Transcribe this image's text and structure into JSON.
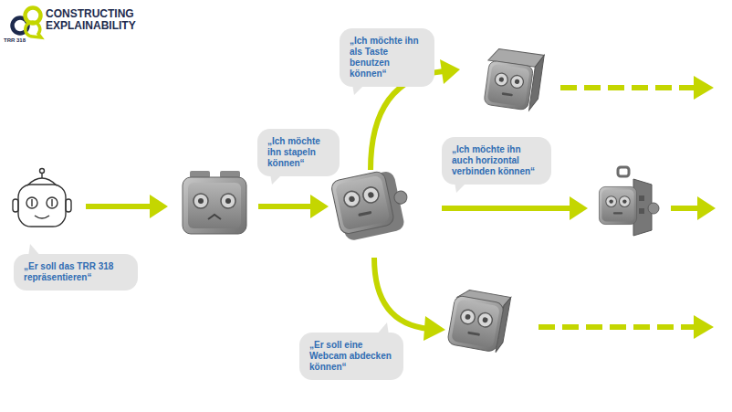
{
  "diagram": {
    "nodes": [
      {
        "text": [
          "„Ich möchte ihn als Taste benutzen können“"
        ]
      },
      {
        "text": [
          "„Ich möchte ihn stapeln können“"
        ]
      },
      {
        "text": [
          "„Ich möchte ihn auch horizontal verbinden können“"
        ]
      },
      {
        "text": [
          "„Er soll das TRR 318 repräsentieren“"
        ]
      },
      {
        "text": [
          "„Er soll eine Webcam abdecken können“"
        ]
      }
    ],
    "labels": [
      "CONSTRUCTING EXPLAINABILITY",
      "TRR 318"
    ]
  }
}
